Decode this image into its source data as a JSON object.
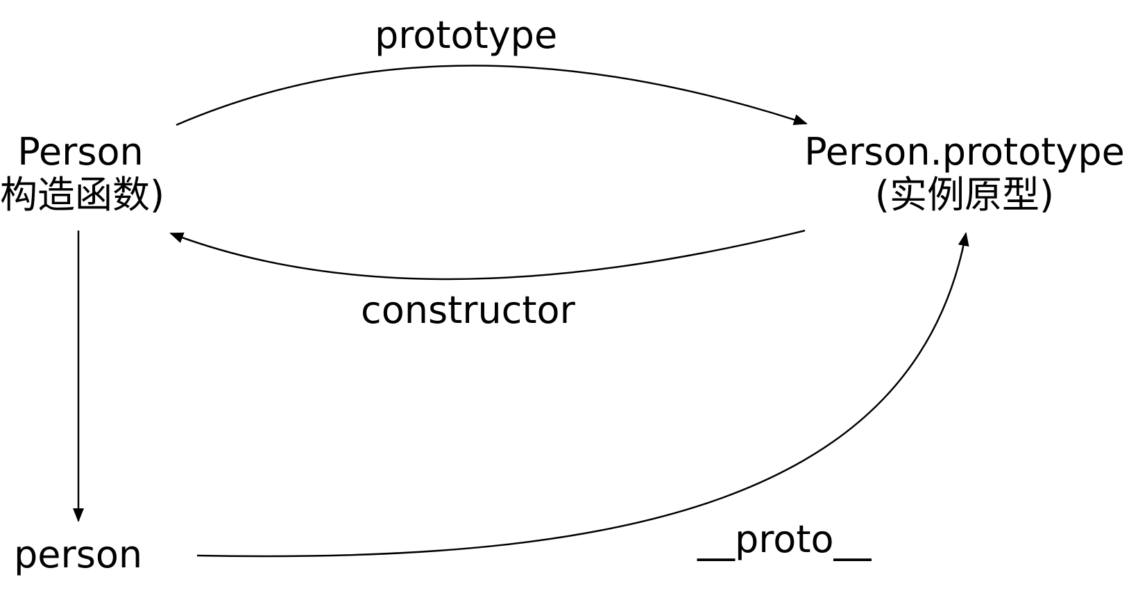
{
  "nodes": {
    "constructor_fn": {
      "name": "Person",
      "note": "构造函数)"
    },
    "prototype_obj": {
      "name": "Person.prototype",
      "note": "(实例原型)"
    },
    "instance": {
      "name": "person"
    }
  },
  "edges": {
    "prototype": "prototype",
    "constructor": "constructor",
    "proto": "__proto__"
  },
  "colors": {
    "line": "#000000",
    "text": "#000000",
    "background": "#ffffff"
  }
}
